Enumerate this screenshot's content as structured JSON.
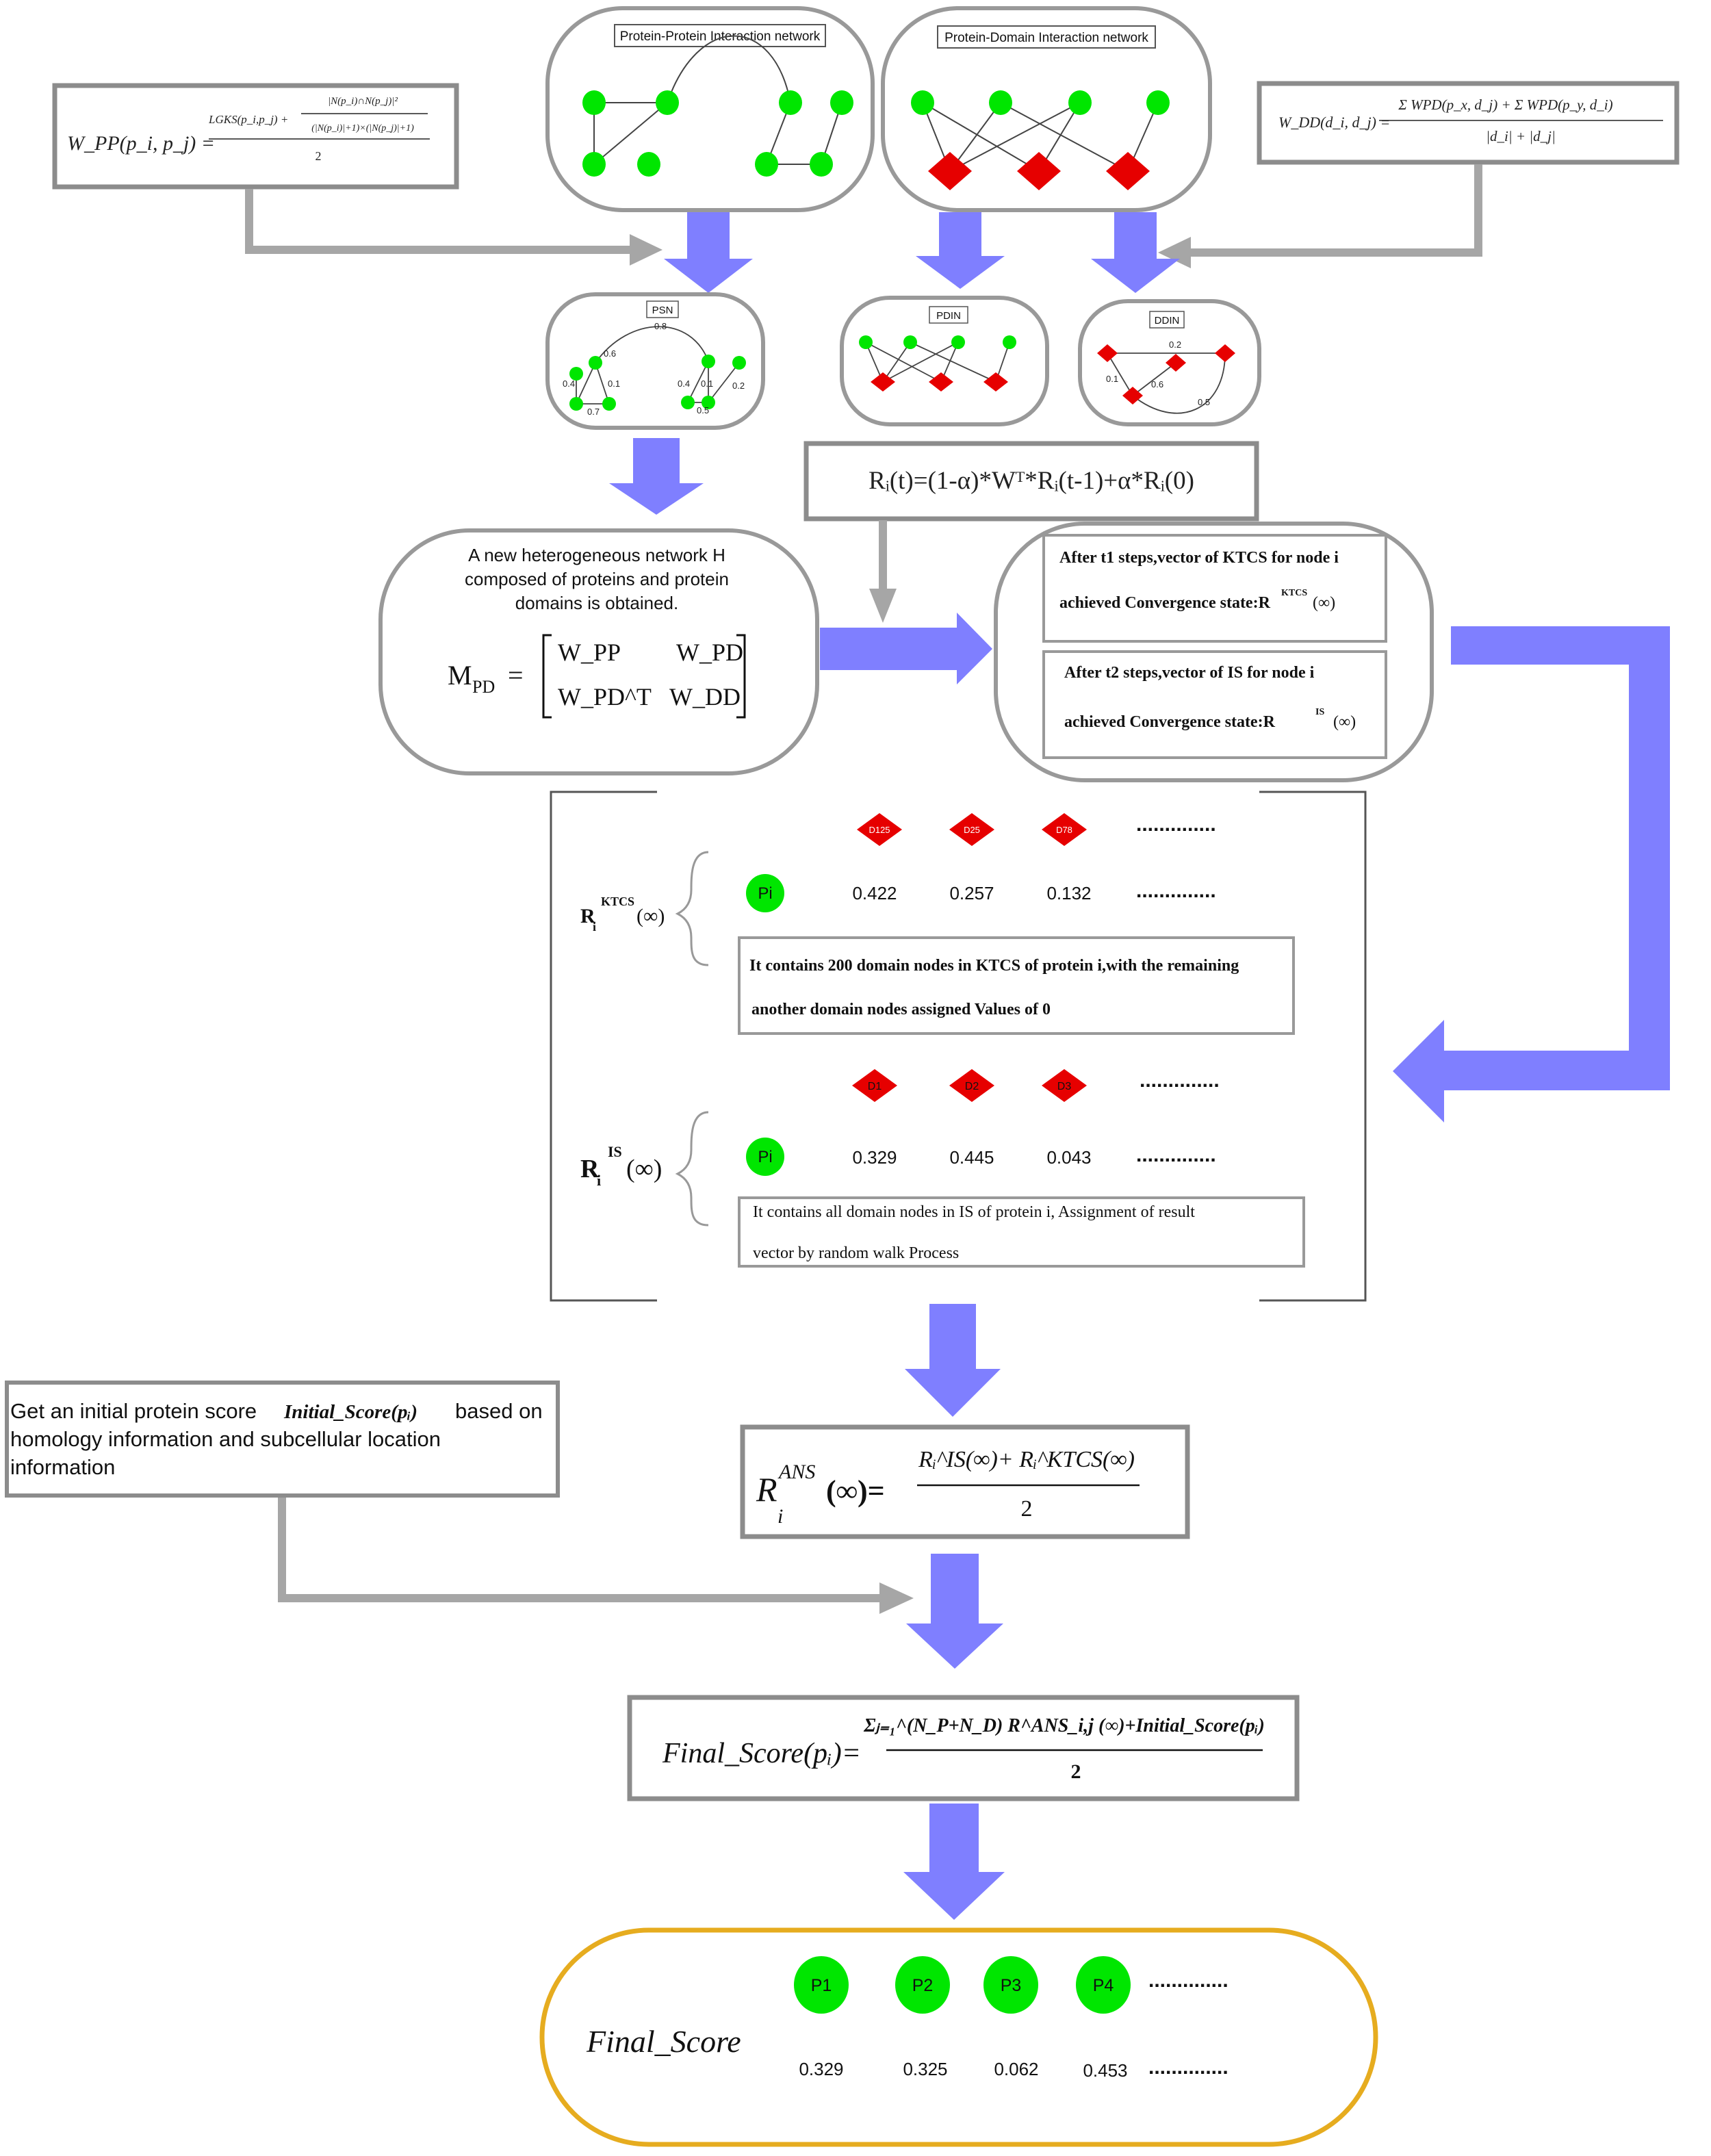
{
  "networks": {
    "ppi": {
      "label": "Protein-Protein Interaction network"
    },
    "pdi": {
      "label": "Protein-Domain Interaction network"
    },
    "psn": {
      "label": "PSN",
      "weights": [
        "0.8",
        "0.6",
        "0.4",
        "0.1",
        "0.7",
        "0.4",
        "0.1",
        "0.2",
        "0.5"
      ]
    },
    "pdin": {
      "label": "PDIN"
    },
    "ddin": {
      "label": "DDIN",
      "weights": [
        "0.2",
        "0.1",
        "0.6",
        "0.5"
      ]
    }
  },
  "formulas": {
    "wpp": {
      "lhs": "W_PP(p_i, p_j) =",
      "num_a": "LGKS(p_i,p_j) +",
      "num_b_top": "|N(p_i)∩N(p_j)|²",
      "num_b_bottom": "(|N(p_i)|+1)×(|N(p_j)|+1)",
      "den": "2"
    },
    "wdd": {
      "lhs": "W_DD(d_i, d_j) =",
      "num": "Σ WPD(p_x, d_j) + Σ WPD(p_y, d_i)",
      "den": "|d_i| + |d_j|"
    },
    "random_walk": "Rᵢ(t)=(1-α)*Wᵀ*Rᵢ(t-1)+α*Rᵢ(0)",
    "ans": {
      "lhs": "R",
      "sup": "ANS",
      "sub": "i",
      "arg": "(∞)=",
      "num": "Rᵢ^IS(∞)+ Rᵢ^KTCS(∞)",
      "den": "2"
    },
    "final": {
      "lhs": "Final_Score(pᵢ)=",
      "num": "Σⱼ₌₁^(N_P+N_D) R^ANS_i,j (∞)+Initial_Score(pᵢ)",
      "den": "2"
    }
  },
  "hetero_box": {
    "text": [
      "A new heterogeneous network H",
      "composed of proteins and protein",
      "domains is obtained."
    ],
    "matrix_lhs": "M",
    "matrix_lhs_sub": "PD",
    "cells": [
      "W_PP",
      "W_PD",
      "W_PD^T",
      "W_DD"
    ]
  },
  "convergence": {
    "ktcs": {
      "line1": "After t1 steps,vector of KTCS for node i",
      "line2": "achieved Convergence state:R",
      "sup": "KTCS",
      "tail": "(∞)"
    },
    "is": {
      "line1": "After t2 steps,vector of IS for node i",
      "line2": "achieved Convergence state:R",
      "sup": "IS",
      "tail": "(∞)"
    }
  },
  "result_vectors": {
    "ktcs": {
      "label": "R",
      "label_sup": "KTCS",
      "label_sub": "i",
      "label_tail": "(∞)",
      "domains": [
        "D125",
        "D25",
        "D78"
      ],
      "protein": "Pi",
      "values": [
        "0.422",
        "0.257",
        "0.132"
      ],
      "ellipsis": "..............",
      "note_1": "It contains 200 domain nodes in KTCS of protein i,with the remaining",
      "note_2": "another domain nodes assigned Values of 0"
    },
    "is": {
      "label": "R",
      "label_sup": "IS",
      "label_sub": "i",
      "label_tail": "(∞)",
      "domains": [
        "D1",
        "D2",
        "D3"
      ],
      "protein": "Pi",
      "values": [
        "0.329",
        "0.445",
        "0.043"
      ],
      "ellipsis": "..............",
      "note_1": "It contains all domain nodes in IS of protein i, Assignment of result",
      "note_2": "vector by random walk Process"
    }
  },
  "initial_score": {
    "prefix": "Get an initial protein score",
    "formula": "Initial_Score(pᵢ)",
    "suffix": "based on",
    "line2": "homology information and subcellular location",
    "line3": "information"
  },
  "final_score": {
    "label": "Final_Score",
    "proteins": [
      "P1",
      "P2",
      "P3",
      "P4"
    ],
    "values": [
      "0.329",
      "0.325",
      "0.062",
      "0.453"
    ],
    "ellipsis": ".............."
  },
  "colors": {
    "protein_node": "#00e600",
    "domain_node": "#e60000",
    "flow_arrow": "#7f7fff",
    "gray_arrow": "#a6a6a6",
    "frame": "#8c8c8c",
    "final_frame": "#e6ac1f"
  }
}
